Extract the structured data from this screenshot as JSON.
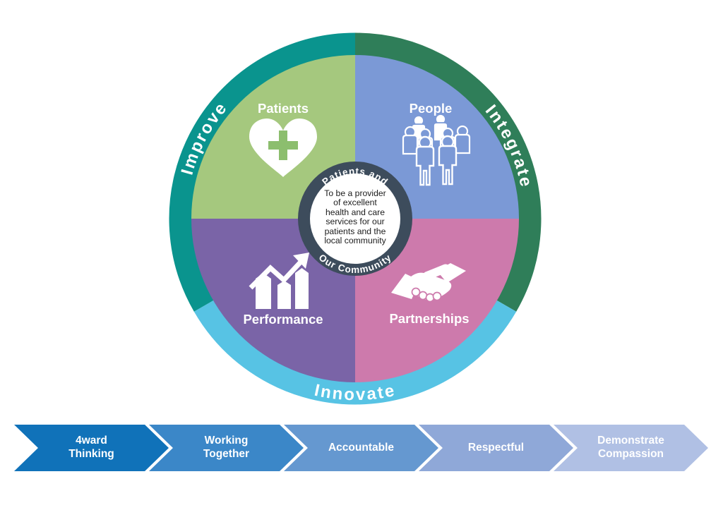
{
  "page": {
    "background": "#ffffff"
  },
  "wheel": {
    "ring_segments": [
      {
        "id": "improve",
        "label": "Improve",
        "color": "#0a948e"
      },
      {
        "id": "integrate",
        "label": "Integrate",
        "color": "#2f7e59"
      },
      {
        "id": "innovate",
        "label": "Innovate",
        "color": "#57c3e4"
      }
    ],
    "quadrants": [
      {
        "id": "patients",
        "label": "Patients",
        "color": "#a5c87e",
        "icon": "heart-cross-icon"
      },
      {
        "id": "people",
        "label": "People",
        "color": "#7b99d6",
        "icon": "people-group-icon"
      },
      {
        "id": "performance",
        "label": "Performance",
        "color": "#7a64a7",
        "icon": "bar-chart-arrow-icon"
      },
      {
        "id": "partnerships",
        "label": "Partnerships",
        "color": "#cd7aac",
        "icon": "handshake-icon"
      }
    ],
    "heart_cross_color": "#8cbe6e",
    "icon_color": "#ffffff",
    "center": {
      "ring_color": "#3d4c5c",
      "inner_color": "#ffffff",
      "arc_top_label": "Patients and",
      "arc_bottom_label": "Our Community",
      "mission_lines": [
        "To be a provider",
        "of excellent",
        "health and care",
        "services for our",
        "patients and the",
        "local community"
      ]
    }
  },
  "values_bar": {
    "items": [
      {
        "label": "4ward Thinking",
        "color": "#1072b9"
      },
      {
        "label": "Working Together",
        "color": "#3b87c8"
      },
      {
        "label": "Accountable",
        "color": "#6598d0"
      },
      {
        "label": "Respectful",
        "color": "#8fa8d8"
      },
      {
        "label": "Demonstrate Compassion",
        "color": "#b0c0e4"
      }
    ]
  }
}
